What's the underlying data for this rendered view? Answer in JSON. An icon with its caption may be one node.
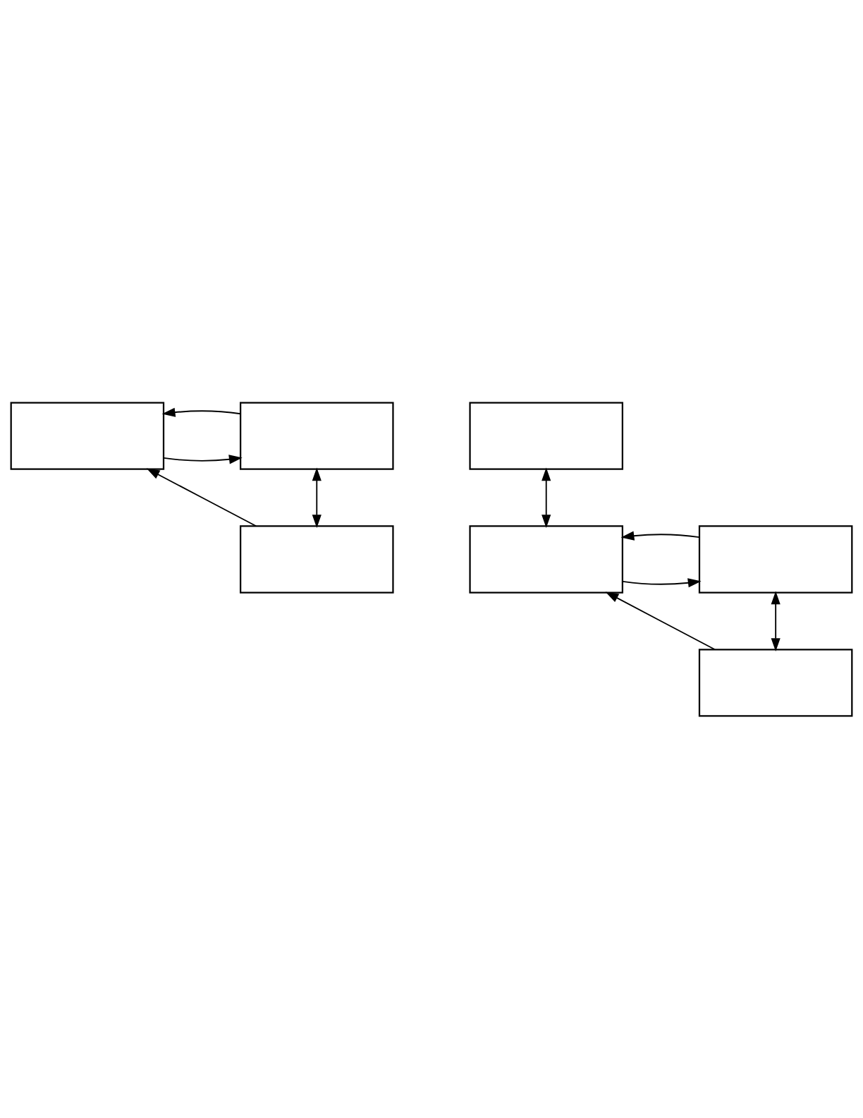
{
  "diagram": {
    "nodes": [
      {
        "text": [],
        "shape": "box"
      },
      {
        "text": [],
        "shape": "box"
      },
      {
        "text": [],
        "shape": "box"
      },
      {
        "text": [],
        "shape": "box"
      },
      {
        "text": [],
        "shape": "box"
      },
      {
        "text": [],
        "shape": "box"
      },
      {
        "text": [],
        "shape": "box"
      }
    ],
    "edges": [
      {
        "from": 0,
        "to": 1,
        "arrow": "to"
      },
      {
        "from": 1,
        "to": 2,
        "arrow": "both"
      },
      {
        "from": 1,
        "to": 0,
        "arrow": "to"
      },
      {
        "from": 2,
        "to": 0,
        "arrow": "to"
      },
      {
        "from": 3,
        "to": 4,
        "arrow": "both"
      },
      {
        "from": 4,
        "to": 5,
        "arrow": "to"
      },
      {
        "from": 5,
        "to": 6,
        "arrow": "both"
      },
      {
        "from": 5,
        "to": 4,
        "arrow": "to"
      },
      {
        "from": 6,
        "to": 4,
        "arrow": "to"
      }
    ]
  }
}
